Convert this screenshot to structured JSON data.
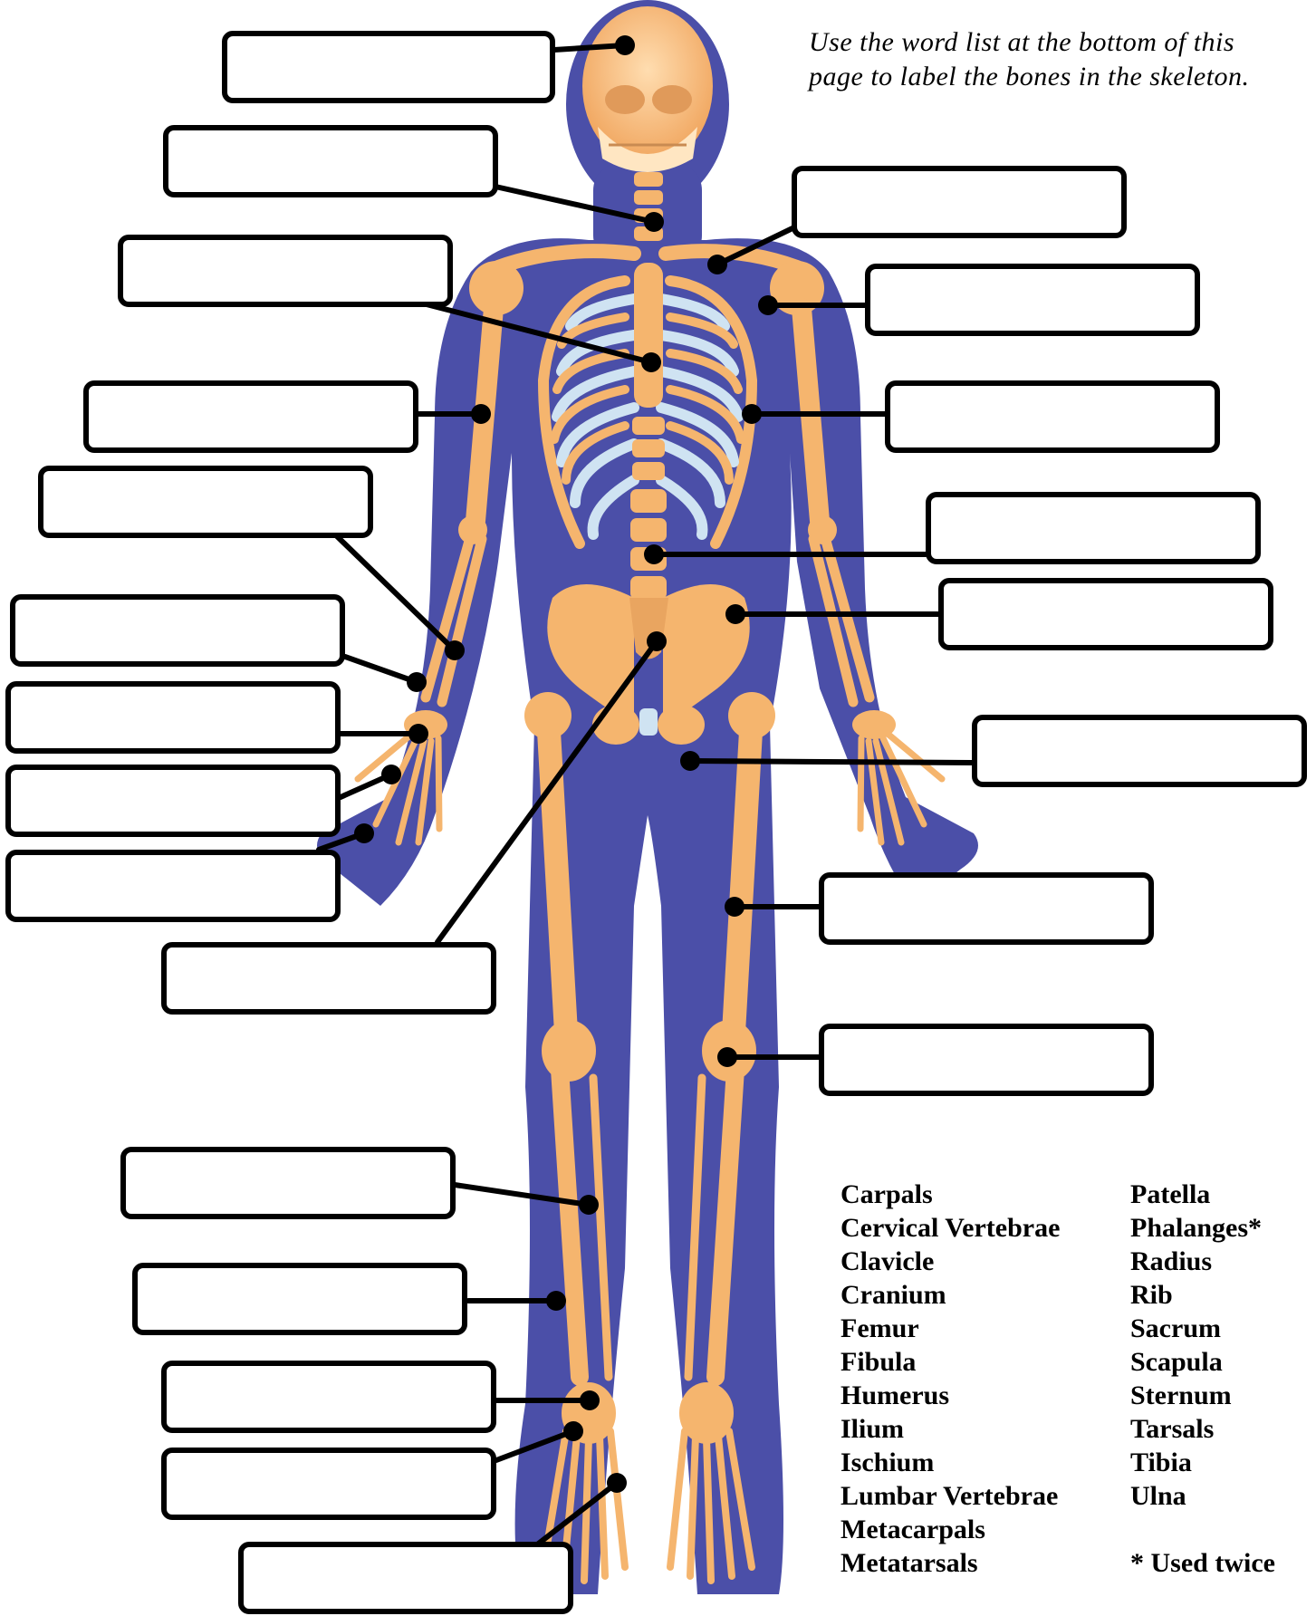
{
  "instructions": "Use the word list at the bottom of this page to label the bones in the skeleton.",
  "word_list": {
    "column1": [
      "Carpals",
      "Cervical Vertebrae",
      "Clavicle",
      "Cranium",
      "Femur",
      "Fibula",
      "Humerus",
      "Ilium",
      "Ischium",
      "Lumbar Vertebrae",
      "Metacarpals",
      "Metatarsals"
    ],
    "column2": [
      "Patella",
      "Phalanges*",
      "Radius",
      "Rib",
      "Sacrum",
      "Scapula",
      "Sternum",
      "Tarsals",
      "Tibia",
      "Ulna"
    ],
    "footnote": "* Used twice"
  },
  "colors": {
    "bone": "#F5B56E",
    "bone_light": "#FFD7A3",
    "body": "#4B4FA8",
    "cartilage": "#CFE3F2",
    "ink": "#000000"
  }
}
